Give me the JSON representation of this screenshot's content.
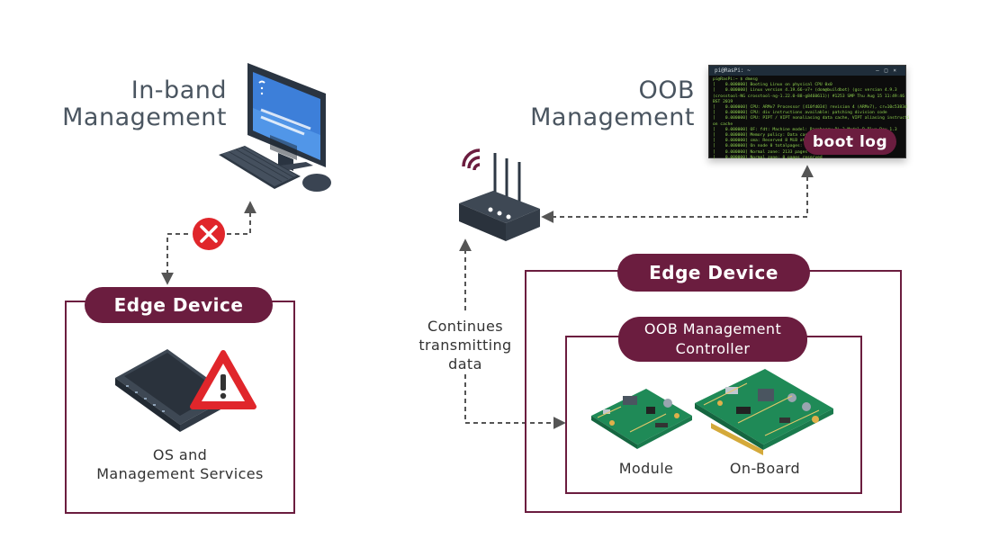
{
  "inband": {
    "heading_line1": "In-band",
    "heading_line2": "Management"
  },
  "oob": {
    "heading_line1": "OOB",
    "heading_line2": "Management"
  },
  "left_device": {
    "title": "Edge Device",
    "caption_line1": "OS and",
    "caption_line2": "Management Services"
  },
  "right_device": {
    "title": "Edge Device",
    "controller_line1": "OOB Management",
    "controller_line2": "Controller",
    "module_label": "Module",
    "onboard_label": "On-Board"
  },
  "transmit": {
    "line1": "Continues",
    "line2": "transmitting",
    "line3": "data"
  },
  "terminal": {
    "title": "pi@RasPi: ~",
    "badge": "boot log",
    "lines": [
      "pi@RasPi:~ $ dmesg",
      "[    0.000000] Booting Linux on physical CPU 0x0",
      "[    0.000000] Linux version 4.19.66-v7+ (dom@buildbot) (gcc version 4.9.3",
      "(crosstool-NG crosstool-ng-1.22.0-88-g8460611)) #1253 SMP Thu Aug 15 11:49:46",
      "BST 2019",
      "[    0.000000] CPU: ARMv7 Processor [410fd034] revision 4 (ARMv7), cr=10c5383d",
      "[    0.000000] CPU: div instructions available: patching division code",
      "[    0.000000] CPU: PIPT / VIPT nonaliasing data cache, VIPT aliasing instructi",
      "on cache",
      "[    0.000000] OF: fdt: Machine model: Raspberry Pi 3 Model B Plus Rev 1.3",
      "[    0.000000] Memory policy: Data cache writealloc",
      "[    0.000000] cma: Reserved 8 MiB at 0x3ec00000",
      "[    0.000000] On node 0 totalpages: 242688",
      "[    0.000000] Normal zone: 2133 pages used for memmap",
      "[    0.000000] Normal zone: 0 pages reserved"
    ]
  },
  "colors": {
    "accent": "#6b1d3f",
    "error": "#e0262b",
    "heading": "#4a5560",
    "arrow": "#555555"
  },
  "icons": [
    "desktop-computer-icon",
    "keyboard-icon",
    "mouse-icon",
    "error-x-icon",
    "wifi-router-icon",
    "server-appliance-icon",
    "warning-triangle-icon",
    "circuit-board-icon"
  ]
}
